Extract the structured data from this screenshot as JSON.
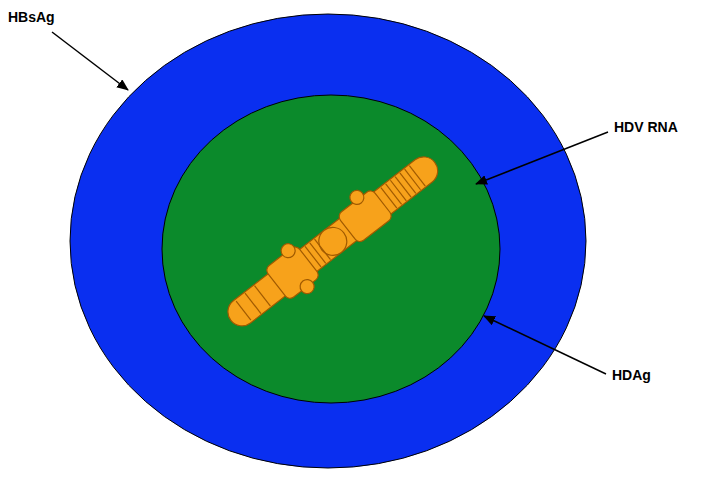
{
  "diagram": {
    "labels": [
      "HBsAg",
      "HDV RNA",
      "HDAg"
    ]
  }
}
